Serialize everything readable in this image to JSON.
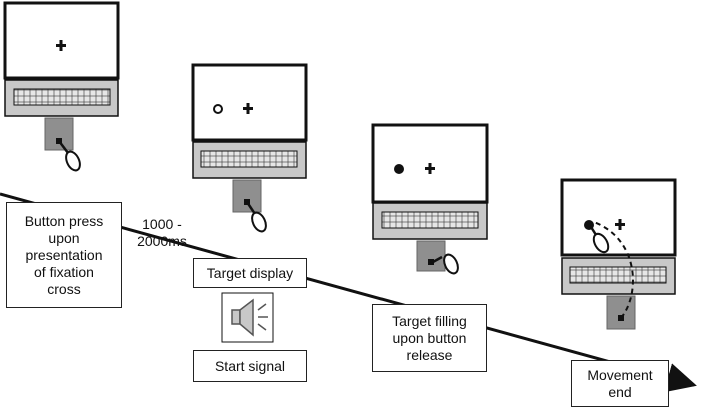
{
  "labels": {
    "button_press": "Button press\nupon\npresentation\nof fixation\ncross",
    "interval": "1000 -\n2000ms",
    "target_display": "Target display",
    "start_signal": "Start signal",
    "target_filling": "Target filling\nupon button\nrelease",
    "movement_end": "Movement\nend"
  },
  "icons": {
    "speaker": "speaker-icon",
    "fixation_cross": "plus-icon",
    "target": "circle-icon",
    "button": "push-button-icon"
  },
  "colors": {
    "stroke": "#111111",
    "keyboard": "#c8c8c8",
    "button_base": "#8f8f8f",
    "box_fill": "#ffffff"
  }
}
